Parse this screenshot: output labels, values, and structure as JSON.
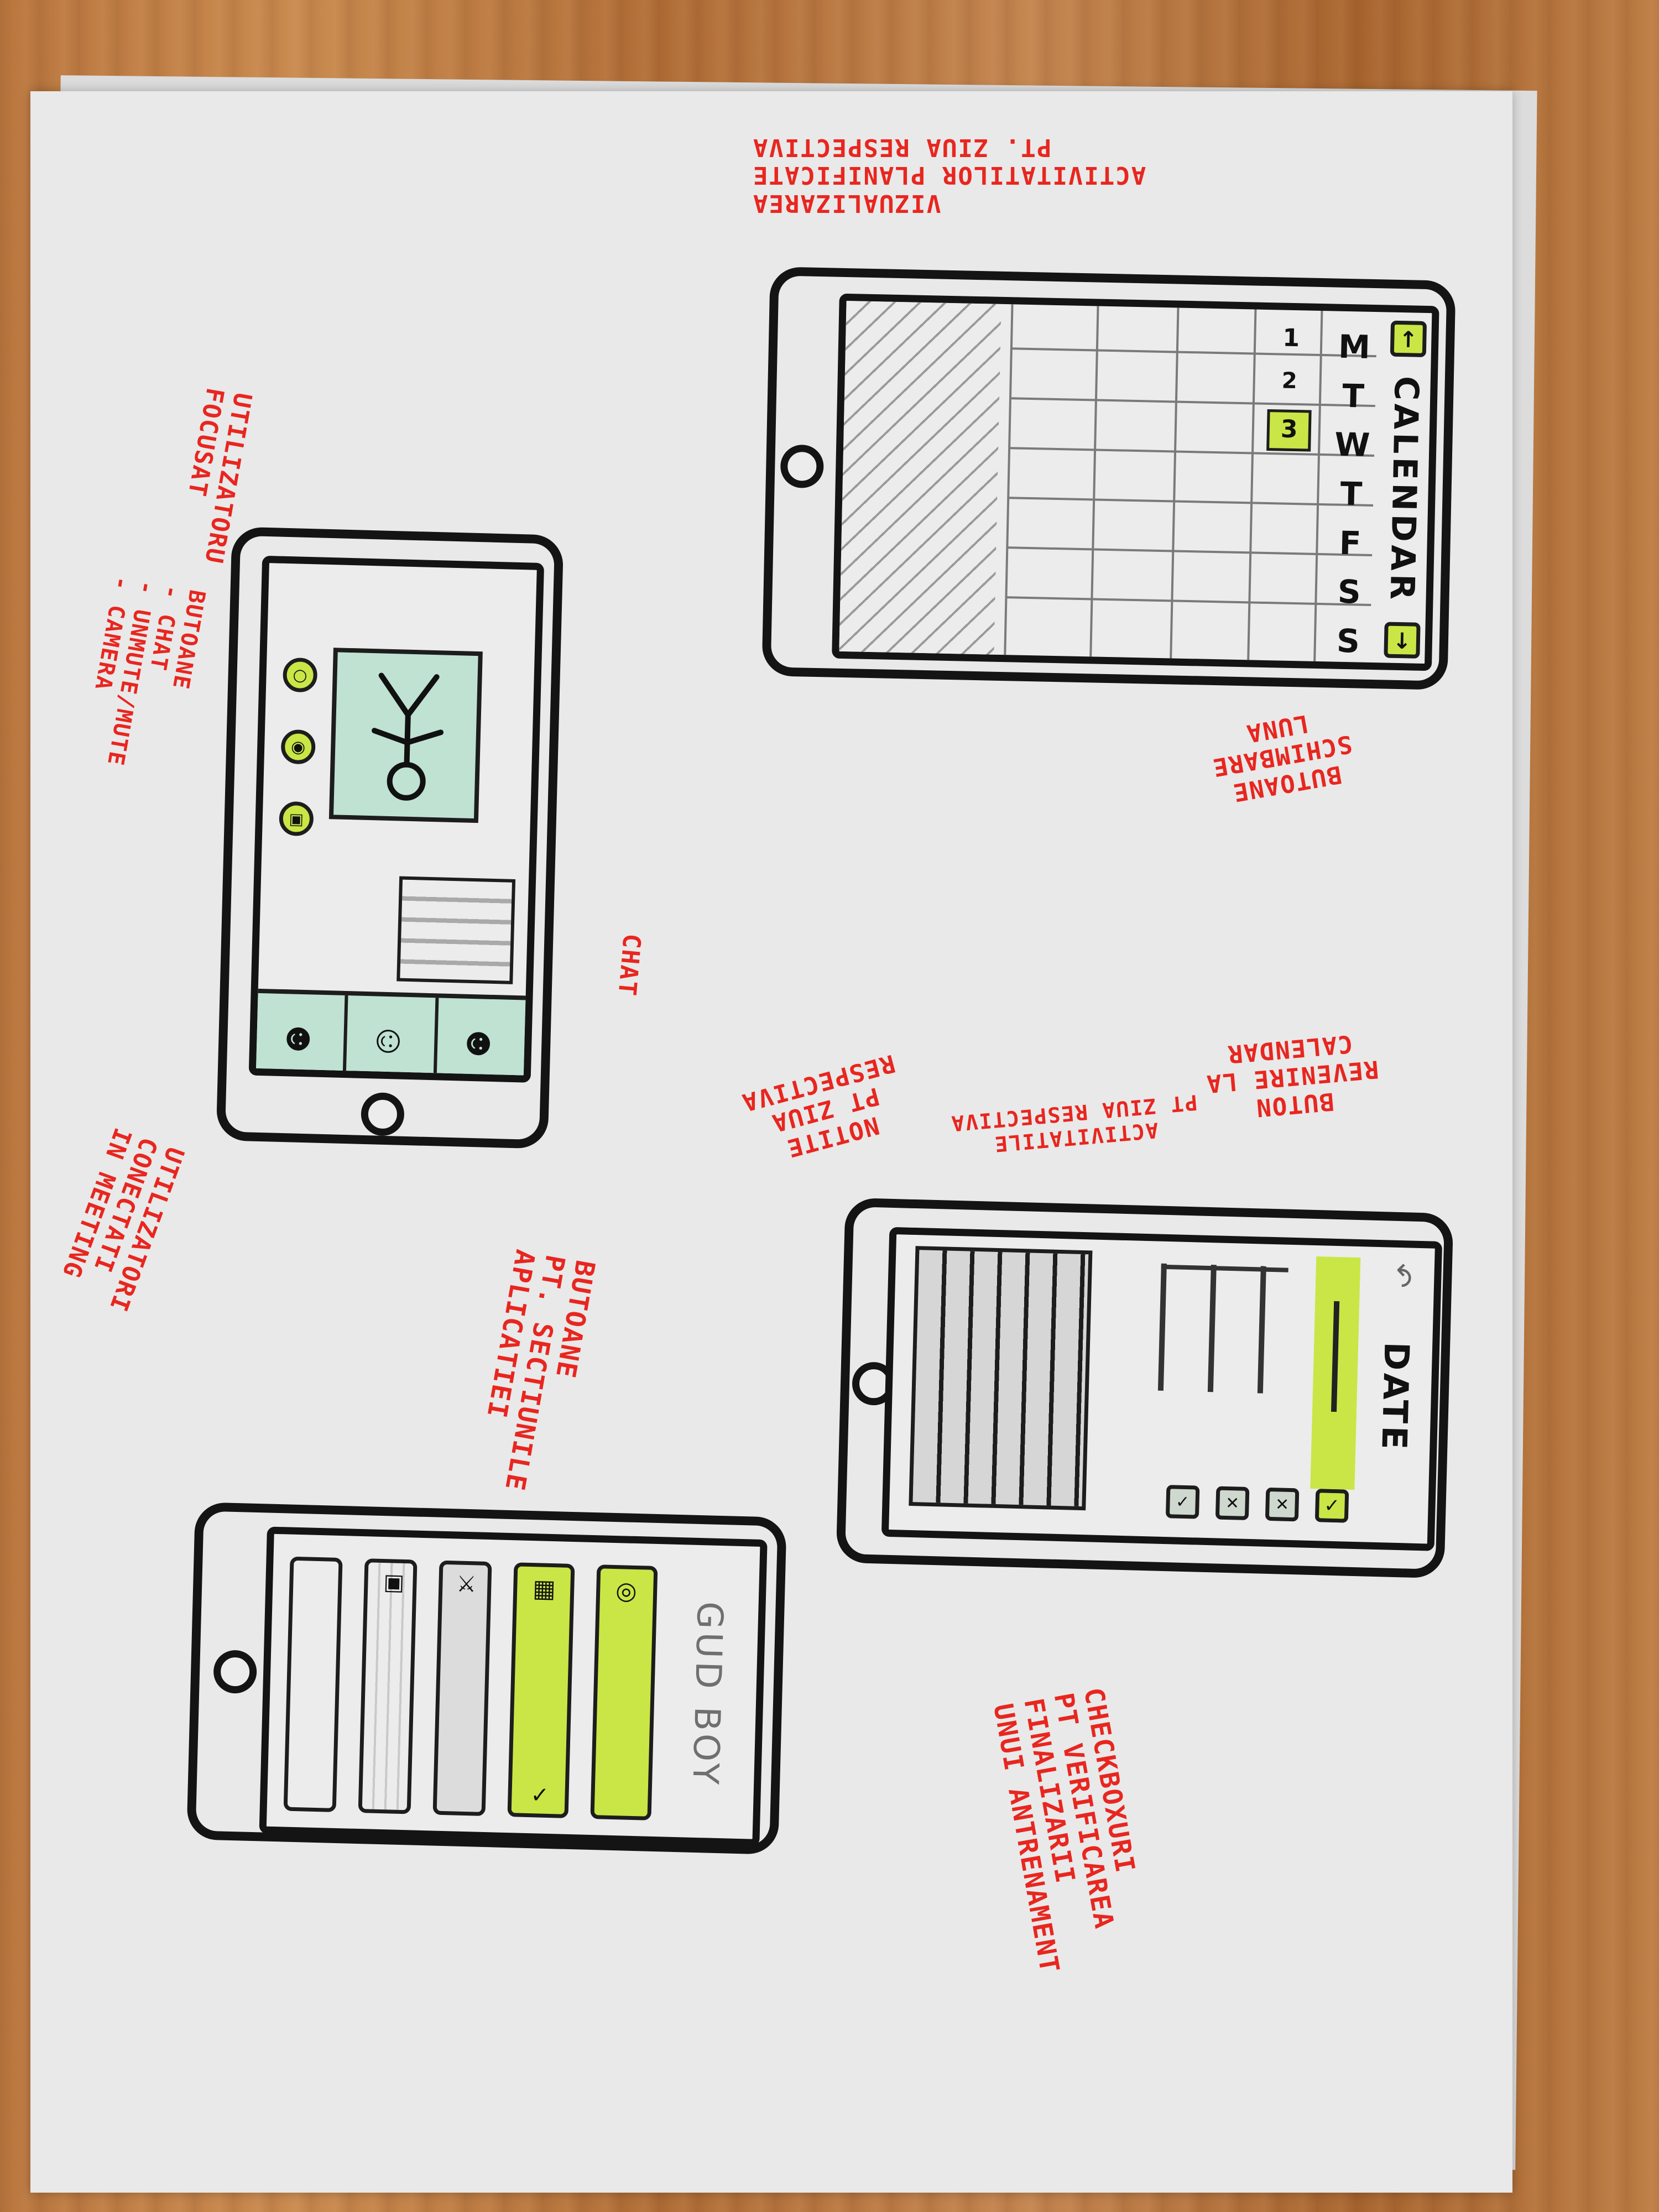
{
  "calendar_screen": {
    "title": "CALENDAR",
    "prev_label": "←",
    "next_label": "→",
    "weekdays": [
      "M",
      "T",
      "W",
      "T",
      "F",
      "S",
      "S"
    ],
    "day_numbers": [
      "1",
      "2",
      "3"
    ],
    "annotation_view": "VIZUALIZAREA\nACTIVITATILOR PLANIFICATE\nPT. ZIUA RESPECTIVA",
    "annotation_buttons": "BUTOANE\nSCHIMBARE\nLUNA"
  },
  "meeting_screen": {
    "annotation_focus": "UTILIZATORU\nFOCUSAT",
    "annotation_buttons": "BUTOANE\n- CHAT\n- UNMUTE/MUTE\n- CAMERA",
    "annotation_chat": "CHAT",
    "annotation_users": "UTILIZATORI\nCONECTATI\nIN MEETING"
  },
  "date_screen": {
    "title": "DATE",
    "back_icon": "back-arrow-icon",
    "annotation_back": "BUTON\nREVENIRE LA\nCALENDAR",
    "annotation_activities": "ACTIVITATILE\nPT ZIUA RESPECTIVA",
    "annotation_notes": "NOTITE\nPT ZIUA\nRESPECTIVA",
    "annotation_checkboxes": "CHECKBOXURI\nPT VERIFICAREA\nFINALIZARII\nUNUI ANTRENAMENT"
  },
  "home_screen": {
    "title": "GUD BOY",
    "annotation_sections": "BUTOANE\nPT. SECTIUNILE\nAPLICATIEI"
  },
  "colors": {
    "highlight": "#c9e646",
    "annotation": "#e8261f",
    "outline": "#141414",
    "teal_wash": "#a9dccb"
  }
}
